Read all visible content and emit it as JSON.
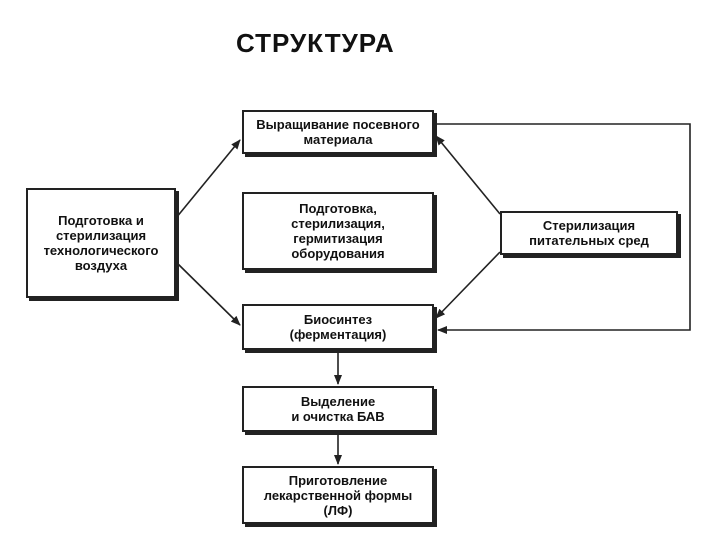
{
  "title": "СТРУКТУРА",
  "boxes": {
    "growing": "Выращивание посевного\nматериала",
    "equipment": "Подготовка,\nстерилизация,\nгермитизация\nоборудования",
    "air": "Подготовка и\nстерилизация\nтехнологического\nвоздуха",
    "media": "Стерилизация\nпитательных сред",
    "biosynthesis": "Биосинтез\n(ферментация)",
    "isolation": "Выделение\nи очистка БАВ",
    "dosage_form": "Приготовление\nлекарственной формы\n(ЛФ)"
  }
}
